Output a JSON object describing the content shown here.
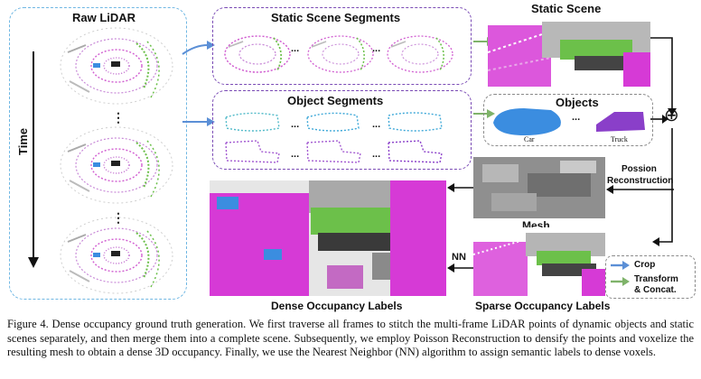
{
  "labels": {
    "raw_lidar": "Raw LiDAR",
    "time": "Time",
    "static_scene_segments": "Static Scene Segments",
    "object_segments": "Object Segments",
    "static_scene": "Static Scene",
    "objects": "Objects",
    "car": "Car",
    "truck": "Truck",
    "poisson": "Possion",
    "reconstruction": "Reconstruction",
    "mesh": "Mesh",
    "dense_occupancy_labels": "Dense Occupancy Labels",
    "nn": "NN",
    "sparse_occupancy_labels": "Sparse Occupancy Labels",
    "ellipsis": "...",
    "vdots": "⋮",
    "plus": "⊕"
  },
  "legend": {
    "crop": "Crop",
    "transform": "Transform",
    "concat": "& Concat."
  },
  "caption": "Figure 4. Dense occupancy ground truth generation. We first traverse all frames to stitch the multi-frame LiDAR points of dynamic objects and static scenes separately, and then merge them into a complete scene. Subsequently, we employ Poisson Reconstruction to densify the points and voxelize the resulting mesh to obtain a dense 3D occupancy. Finally, we use the Nearest Neighbor (NN) algorithm to assign semantic labels to dense voxels.",
  "colors": {
    "crop_arrow": "#5b8fd6",
    "transform_arrow": "#7fb36a",
    "magenta": "#d63ad6",
    "green": "#6cc04a",
    "blue": "#3b8de0",
    "purple": "#8a3fc9",
    "gray": "#9a9a9a"
  }
}
